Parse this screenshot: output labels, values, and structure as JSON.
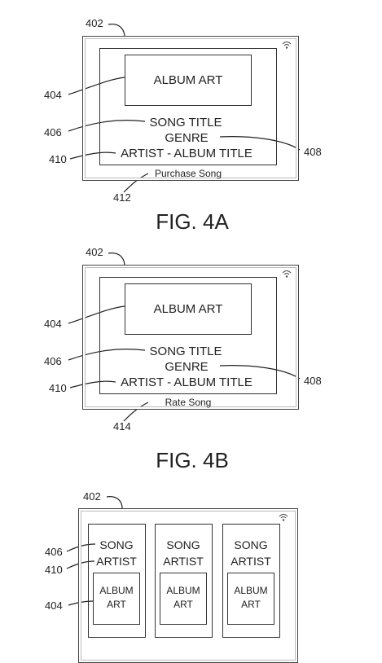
{
  "fig_4a": {
    "caption": "FIG. 4A",
    "album_art": "ALBUM ART",
    "song_title": "SONG TITLE",
    "genre": "GENRE",
    "artist_album": "ARTIST - ALBUM TITLE",
    "action": "Purchase Song",
    "refs": {
      "device": "402",
      "album_art": "404",
      "song_title": "406",
      "genre": "408",
      "artist_album": "410",
      "action": "412"
    }
  },
  "fig_4b": {
    "caption": "FIG. 4B",
    "album_art": "ALBUM ART",
    "song_title": "SONG TITLE",
    "genre": "GENRE",
    "artist_album": "ARTIST - ALBUM TITLE",
    "action": "Rate Song",
    "refs": {
      "device": "402",
      "album_art": "404",
      "song_title": "406",
      "genre": "408",
      "artist_album": "410",
      "action": "414"
    }
  },
  "fig_4c": {
    "cards": [
      {
        "song": "SONG",
        "artist": "ARTIST",
        "art_line1": "ALBUM",
        "art_line2": "ART"
      },
      {
        "song": "SONG",
        "artist": "ARTIST",
        "art_line1": "ALBUM",
        "art_line2": "ART"
      },
      {
        "song": "SONG",
        "artist": "ARTIST",
        "art_line1": "ALBUM",
        "art_line2": "ART"
      }
    ],
    "refs": {
      "device": "402",
      "song": "406",
      "artist": "410",
      "album_art": "404"
    }
  },
  "icons": {
    "status": "wifi-icon"
  }
}
